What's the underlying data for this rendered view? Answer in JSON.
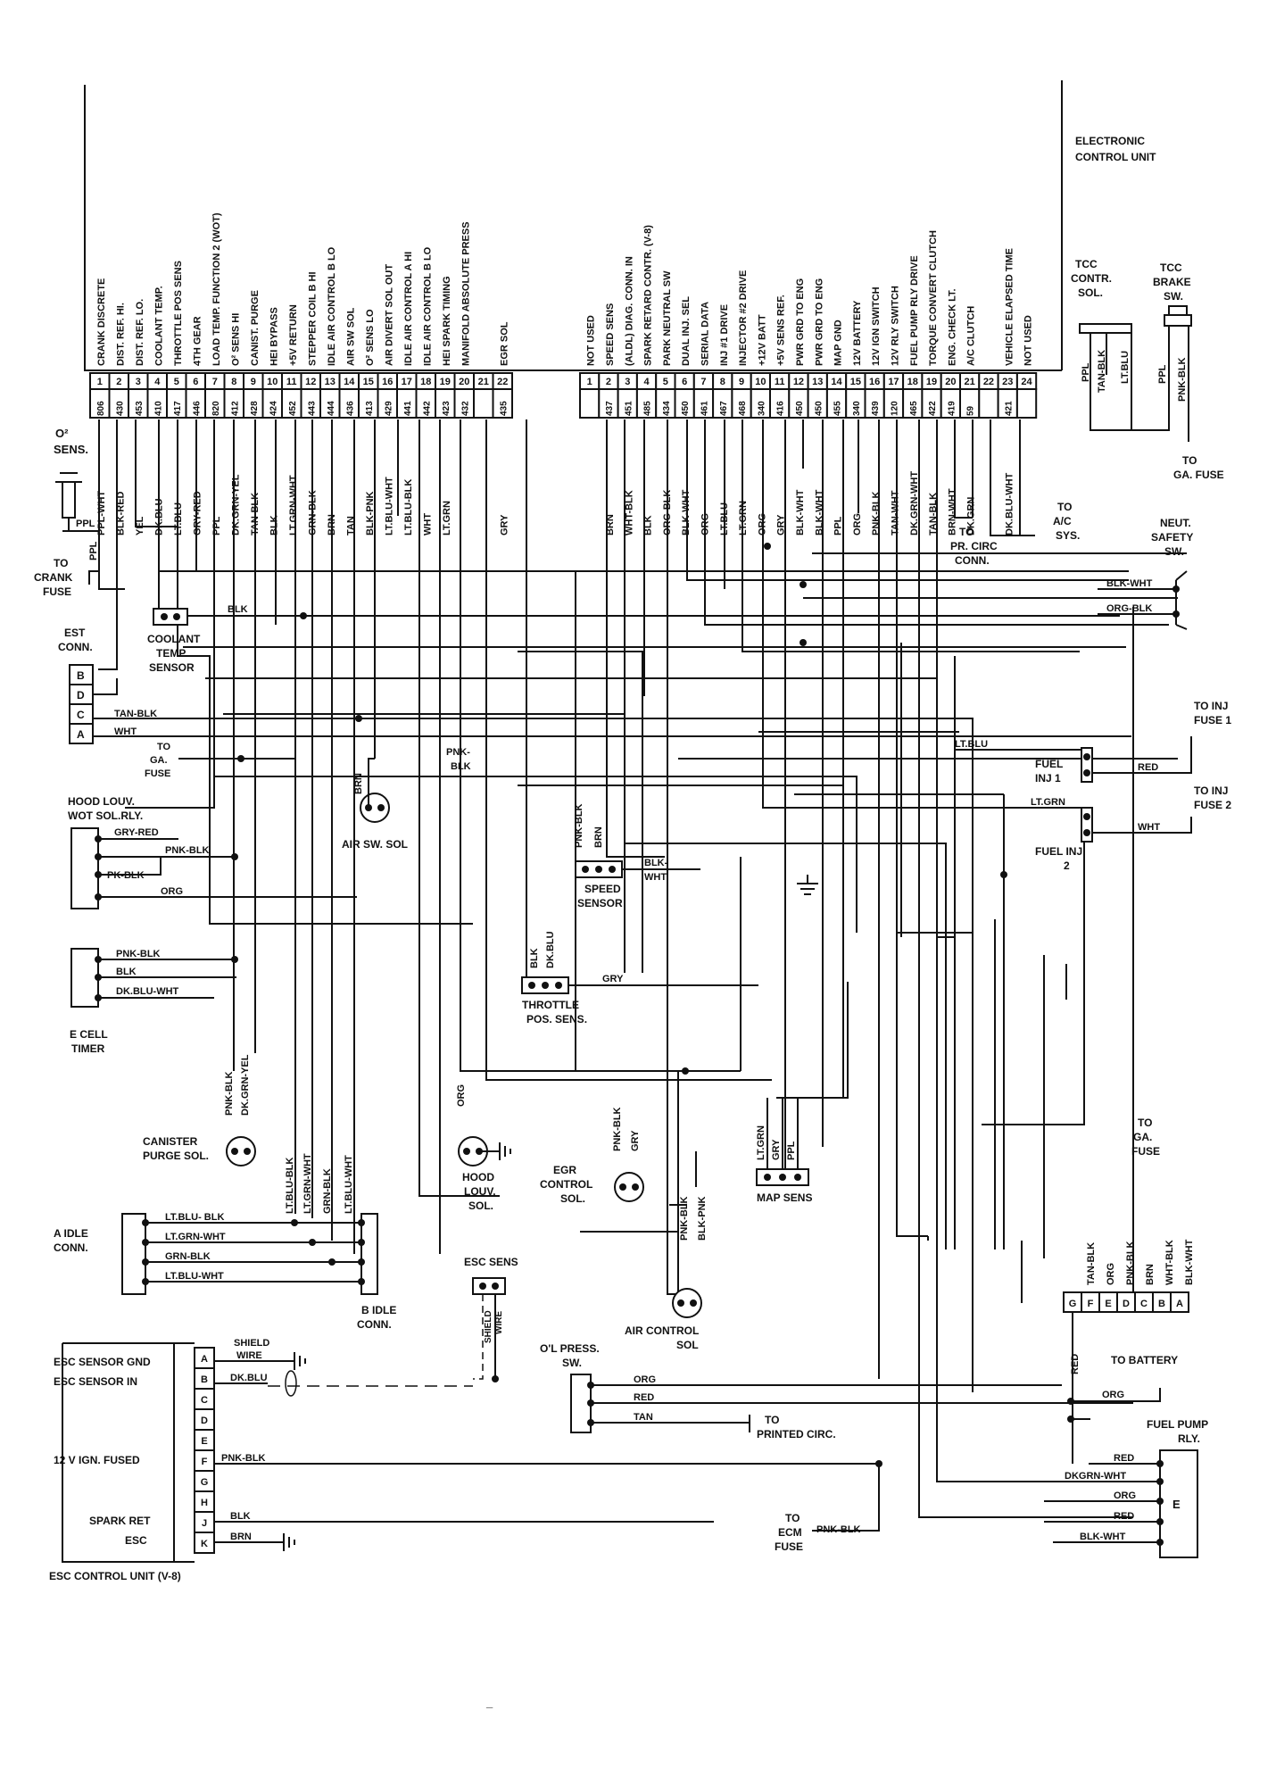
{
  "ecu": {
    "title_1": "ELECTRONIC",
    "title_2": "CONTROL UNIT",
    "left_pins": [
      {
        "num": "1",
        "fn": "CRANK DISCRETE",
        "circ": "806",
        "wire": "PPL-WHT"
      },
      {
        "num": "2",
        "fn": "DIST. REF. HI.",
        "circ": "430",
        "wire": "BLK-RED"
      },
      {
        "num": "3",
        "fn": "DIST. REF. LO.",
        "circ": "453",
        "wire": "YEL"
      },
      {
        "num": "4",
        "fn": "COOLANT TEMP.",
        "circ": "410",
        "wire": "DK.BLU"
      },
      {
        "num": "5",
        "fn": "THROTTLE POS SENS",
        "circ": "417",
        "wire": "LT.BLU"
      },
      {
        "num": "6",
        "fn": "4TH GEAR",
        "circ": "446",
        "wire": "GRY-RED"
      },
      {
        "num": "7",
        "fn": "LOAD TEMP. FUNCTION 2 (WOT)",
        "circ": "820",
        "wire": "PPL"
      },
      {
        "num": "8",
        "fn": "O² SENS HI",
        "circ": "412",
        "wire": "DK.GRN-YEL"
      },
      {
        "num": "9",
        "fn": "CANIST. PURGE",
        "circ": "428",
        "wire": "TAN-BLK"
      },
      {
        "num": "10",
        "fn": "HEI BYPASS",
        "circ": "424",
        "wire": "BLK"
      },
      {
        "num": "11",
        "fn": "+5V RETURN",
        "circ": "452",
        "wire": "LT.GRN-WHT"
      },
      {
        "num": "12",
        "fn": "STEPPER COIL B HI",
        "circ": "443",
        "wire": "GRN-BLK"
      },
      {
        "num": "13",
        "fn": "IDLE AIR CONTROL B LO",
        "circ": "444",
        "wire": "BRN"
      },
      {
        "num": "14",
        "fn": "AIR SW SOL",
        "circ": "436",
        "wire": "TAN"
      },
      {
        "num": "15",
        "fn": "O² SENS LO",
        "circ": "413",
        "wire": "BLK-PNK"
      },
      {
        "num": "16",
        "fn": "AIR DIVERT SOL OUT",
        "circ": "429",
        "wire": "LT.BLU-WHT"
      },
      {
        "num": "17",
        "fn": "IDLE AIR CONTROL A HI",
        "circ": "441",
        "wire": "LT.BLU-BLK"
      },
      {
        "num": "18",
        "fn": "IDLE AIR CONTROL B LO",
        "circ": "442",
        "wire": "WHT"
      },
      {
        "num": "19",
        "fn": "HEI SPARK TIMING",
        "circ": "423",
        "wire": "LT.GRN"
      },
      {
        "num": "20",
        "fn": "MANIFOLD ABSOLUTE PRESS",
        "circ": "432",
        "wire": ""
      },
      {
        "num": "21",
        "fn": "",
        "circ": "",
        "wire": ""
      },
      {
        "num": "22",
        "fn": "EGR SOL",
        "circ": "435",
        "wire": "GRY"
      }
    ],
    "right_pins": [
      {
        "num": "1",
        "fn": "NOT USED",
        "circ": "",
        "wire": ""
      },
      {
        "num": "2",
        "fn": "SPEED SENS",
        "circ": "437",
        "wire": "BRN"
      },
      {
        "num": "3",
        "fn": "(ALDL) DIAG. CONN. IN",
        "circ": "451",
        "wire": "WHT-BLK"
      },
      {
        "num": "4",
        "fn": "SPARK RETARD CONTR. (V-8)",
        "circ": "485",
        "wire": "BLK"
      },
      {
        "num": "5",
        "fn": "PARK NEUTRAL SW",
        "circ": "434",
        "wire": "ORG-BLK"
      },
      {
        "num": "6",
        "fn": "DUAL INJ. SEL",
        "circ": "450",
        "wire": "BLK-WHT"
      },
      {
        "num": "7",
        "fn": "SERIAL DATA",
        "circ": "461",
        "wire": "ORG"
      },
      {
        "num": "8",
        "fn": "INJ #1 DRIVE",
        "circ": "467",
        "wire": "LT.BLU"
      },
      {
        "num": "9",
        "fn": "INJECTOR #2 DRIVE",
        "circ": "468",
        "wire": "LT.GRN"
      },
      {
        "num": "10",
        "fn": "+12V BATT",
        "circ": "340",
        "wire": "ORG"
      },
      {
        "num": "11",
        "fn": "+5V SENS REF.",
        "circ": "416",
        "wire": "GRY"
      },
      {
        "num": "12",
        "fn": "PWR GRD TO ENG",
        "circ": "450",
        "wire": "BLK-WHT"
      },
      {
        "num": "13",
        "fn": "PWR GRD TO ENG",
        "circ": "450",
        "wire": "BLK-WHT"
      },
      {
        "num": "14",
        "fn": "MAP GND",
        "circ": "455",
        "wire": "PPL"
      },
      {
        "num": "15",
        "fn": "12V BATTERY",
        "circ": "340",
        "wire": "ORG"
      },
      {
        "num": "16",
        "fn": "12V IGN SWITCH",
        "circ": "439",
        "wire": "PNK-BLK"
      },
      {
        "num": "17",
        "fn": "12V RLY SWITCH",
        "circ": "120",
        "wire": "TAN-WHT"
      },
      {
        "num": "18",
        "fn": "FUEL PUMP RLY DRIVE",
        "circ": "465",
        "wire": "DK.GRN-WHT"
      },
      {
        "num": "19",
        "fn": "TORQUE CONVERT CLUTCH",
        "circ": "422",
        "wire": "TAN-BLK"
      },
      {
        "num": "20",
        "fn": "ENG. CHECK LT.",
        "circ": "419",
        "wire": "BRN-WHT"
      },
      {
        "num": "21",
        "fn": "A/C CLUTCH",
        "circ": "59",
        "wire": "DK.GRN"
      },
      {
        "num": "22",
        "fn": "",
        "circ": "",
        "wire": ""
      },
      {
        "num": "23",
        "fn": "VEHICLE ELAPSED TIME",
        "circ": "421",
        "wire": "DK.BLU-WHT"
      },
      {
        "num": "24",
        "fn": "NOT USED",
        "circ": "",
        "wire": ""
      }
    ]
  },
  "labels": {
    "o2_sens_1": "O²",
    "o2_sens_2": "SENS.",
    "o2_ppl": "PPL",
    "to_crank_fuse_1": "TO",
    "to_crank_fuse_2": "CRANK",
    "to_crank_fuse_3": "FUSE",
    "est_conn_1": "EST",
    "est_conn_2": "CONN.",
    "est_pins": [
      "B",
      "D",
      "C",
      "A"
    ],
    "est_tan_blk": "TAN-BLK",
    "est_wht": "WHT",
    "coolant_1": "COOLANT",
    "coolant_2": "TEMP.",
    "coolant_3": "SENSOR",
    "coolant_blk": "BLK",
    "to_ga_fuse_l_1": "TO",
    "to_ga_fuse_l_2": "GA.",
    "to_ga_fuse_l_3": "FUSE",
    "hood_rly_1": "HOOD LOUV.",
    "hood_rly_2": "WOT SOL.RLY.",
    "hood_gry_red": "GRY-RED",
    "hood_pnk_blk": "PNK-BLK",
    "hood_pk_blk": "PK-BLK",
    "hood_org": "ORG",
    "ecell_pnk_blk": "PNK-BLK",
    "ecell_blk": "BLK",
    "ecell_dkblu_wht": "DK.BLU-WHT",
    "ecell_1": "E CELL",
    "ecell_2": "TIMER",
    "air_sw_brn": "BRN",
    "air_sw_sol": "AIR SW. SOL",
    "pnk_blk_mid_1": "PNK-",
    "pnk_blk_mid_2": "BLK",
    "speed_pnk_blk": "PNK-BLK",
    "speed_brn": "BRN",
    "speed_blk": "BLK-",
    "speed_wht": "WHT",
    "speed_1": "SPEED",
    "speed_2": "SENSOR",
    "tps_blk": "BLK",
    "tps_dkblu": "DK.BLU",
    "tps_gry": "GRY",
    "tps_1": "THROTTLE",
    "tps_2": "POS. SENS.",
    "canister_pnk_blk": "PNK-BLK",
    "canister_dkgrn_yel": "DK.GRN-YEL",
    "canister_1": "CANISTER",
    "canister_2": "PURGE SOL.",
    "hood_sol_org": "ORG",
    "hood_sol_1": "HOOD",
    "hood_sol_2": "LOUV.",
    "hood_sol_3": "SOL.",
    "egr_pnk_blk": "PNK-BLK",
    "egr_gry": "GRY",
    "egr_1": "EGR",
    "egr_2": "CONTROL",
    "egr_3": "SOL.",
    "air_ctrl_pnk_blk": "PNK-BLK",
    "air_ctrl_blk_pnk": "BLK-PNK",
    "air_ctrl_1": "AIR CONTROL",
    "air_ctrl_2": "SOL",
    "map_ltgrn": "LT.GRN",
    "map_gry": "GRY",
    "map_ppl": "PPL",
    "map_sens": "MAP SENS",
    "idle_v_1": "LT.BLU-BLK",
    "idle_v_2": "LT.GRN-WHT",
    "idle_v_3": "GRN-BLK",
    "idle_v_4": "LT.BLU-WHT",
    "a_idle_1": "A IDLE",
    "a_idle_2": "CONN.",
    "a_idle_w1": "LT.BLU- BLK",
    "a_idle_w2": "LT.GRN-WHT",
    "a_idle_w3": "GRN-BLK",
    "a_idle_w4": "LT.BLU-WHT",
    "b_idle_1": "B IDLE",
    "b_idle_2": "CONN.",
    "esc_sens": "ESC SENS",
    "esc_shield_1": "SHIELD",
    "esc_shield_2": "WIRE",
    "esc_gnd": "ESC SENSOR GND",
    "esc_in": "ESC SENSOR IN",
    "esc_12v": "12 V IGN. FUSED",
    "esc_spark_1": "SPARK RET",
    "esc_spark_2": "ESC",
    "esc_unit": "ESC CONTROL UNIT (V-8)",
    "esc_pins": [
      "A",
      "B",
      "C",
      "D",
      "E",
      "F",
      "G",
      "H",
      "J",
      "K"
    ],
    "esc_shield_wire_1": "SHIELD",
    "esc_shield_wire_2": "WIRE",
    "esc_dkblu": "DK.BLU",
    "esc_pnk_blk": "PNK-BLK",
    "esc_blk": "BLK",
    "esc_brn": "BRN",
    "oil_1": "O'L PRESS.",
    "oil_2": "SW.",
    "oil_org": "ORG",
    "oil_red": "RED",
    "oil_tan": "TAN",
    "to_printed_1": "TO",
    "to_printed_2": "PRINTED CIRC.",
    "to_ecm_1": "TO",
    "to_ecm_2": "ECM",
    "to_ecm_3": "FUSE",
    "to_ecm_wire": "PNK-BLK",
    "tcc_sol_1": "TCC",
    "tcc_sol_2": "CONTR.",
    "tcc_sol_3": "SOL.",
    "tcc_brake_1": "TCC",
    "tcc_brake_2": "BRAKE",
    "tcc_brake_3": "SW.",
    "tcc_ppl": "PPL",
    "tcc_tan_blk": "TAN-BLK",
    "tcc_ltblu": "LT.BLU",
    "tcc_ppl2": "PPL",
    "tcc_pnk_blk": "PNK-BLK",
    "to_ga_fuse_r_1": "TO",
    "to_ga_fuse_r_2": "GA. FUSE",
    "to_ac_1": "TO",
    "to_ac_2": "A/C",
    "to_ac_3": "SYS.",
    "to_pr_1": "TO",
    "to_pr_2": "PR. CIRC",
    "to_pr_3": "CONN.",
    "neut_1": "NEUT.",
    "neut_2": "SAFETY",
    "neut_3": "SW.",
    "neut_blk_wht": "BLK-WHT",
    "neut_org_blk": "ORG-BLK",
    "to_inj1_1": "TO INJ",
    "to_inj1_2": "FUSE 1",
    "to_inj2_1": "TO INJ",
    "to_inj2_2": "FUSE 2",
    "inj_ltblu": "LT.BLU",
    "inj_red": "RED",
    "inj_ltgrn": "LT.GRN",
    "inj_wht": "WHT",
    "fuel_inj1_1": "FUEL",
    "fuel_inj1_2": "INJ 1",
    "fuel_inj2_1": "FUEL INJ",
    "fuel_inj2_2": "2",
    "to_ga_fuse_b_1": "TO",
    "to_ga_fuse_b_2": "GA.",
    "to_ga_fuse_b_3": "FUSE",
    "conn_v": [
      "TAN-BLK",
      "ORG",
      "PNK-BLK",
      "BRN",
      "WHT-BLK",
      "BLK-WHT"
    ],
    "conn_pins": [
      "G",
      "F",
      "E",
      "D",
      "C",
      "B",
      "A"
    ],
    "conn_red": "RED",
    "to_battery": "TO BATTERY",
    "battery_org": "ORG",
    "fpr_1": "FUEL PUMP",
    "fpr_2": "RLY.",
    "fpr_red1": "RED",
    "fpr_dkgrn": "DKGRN-WHT",
    "fpr_org": "ORG",
    "fpr_red2": "RED",
    "fpr_blk_wht": "BLK-WHT",
    "fpr_e": "E",
    "dash": "_"
  }
}
